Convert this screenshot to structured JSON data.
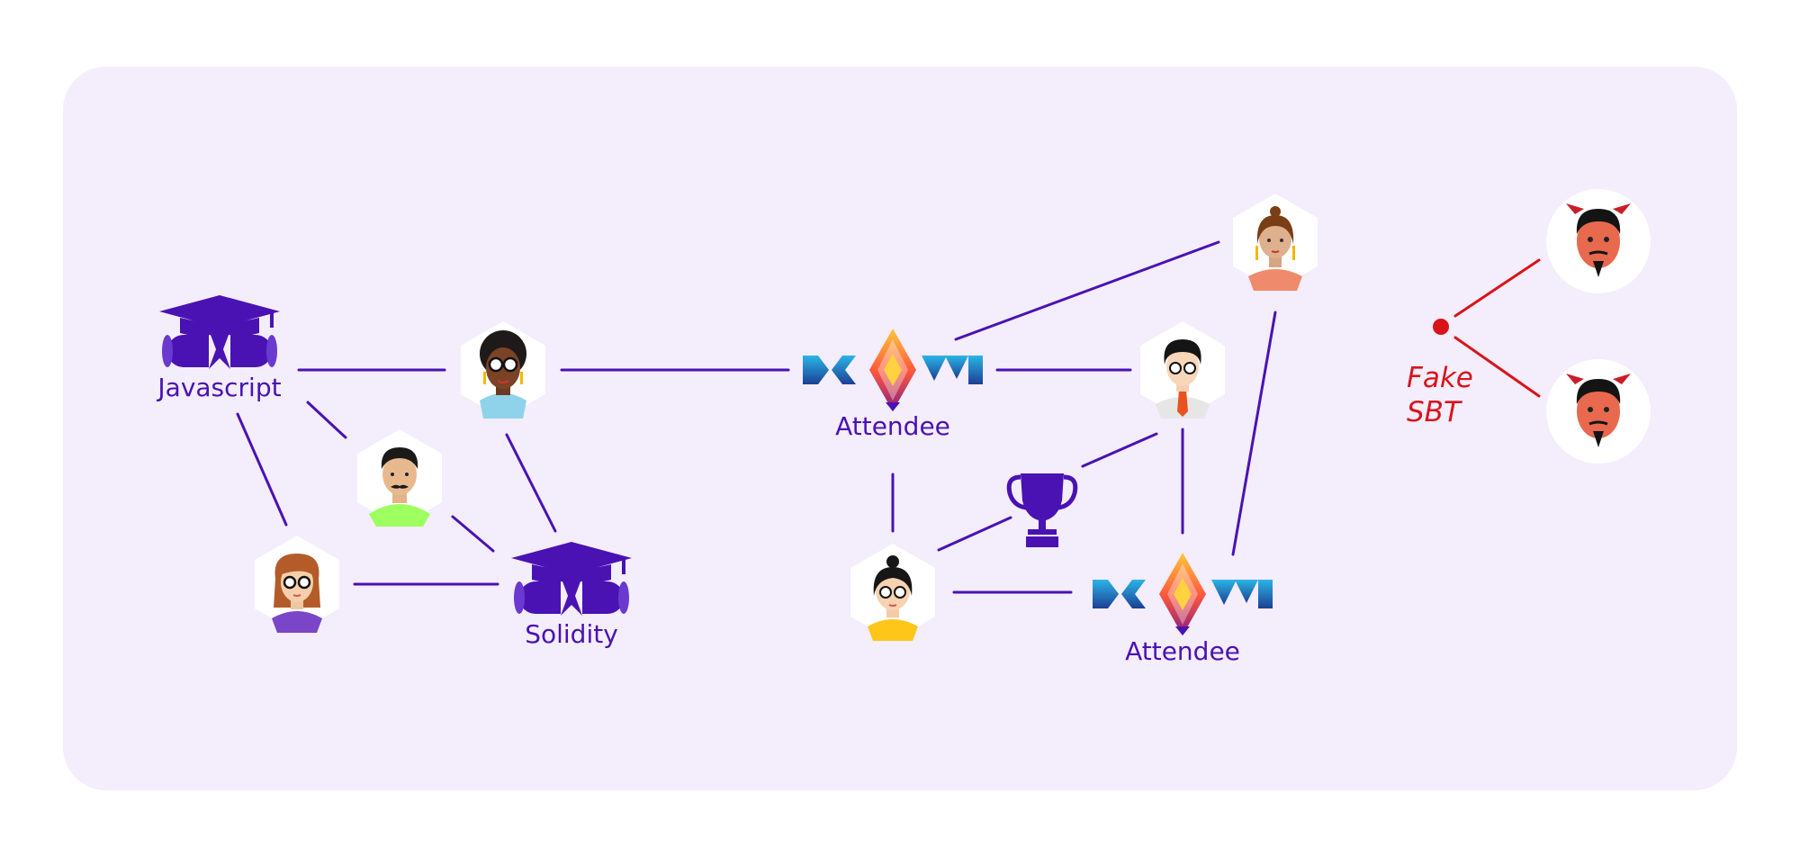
{
  "labels": {
    "javascript": "Javascript",
    "solidity": "Solidity",
    "attendee_1": "Attendee",
    "attendee_2": "Attendee",
    "fake_line1": "Fake",
    "fake_line2": "SBT"
  },
  "colors": {
    "background": "#f3edfc",
    "edge": "#4a12b3",
    "label": "#4a12b3",
    "fake": "#d8141b"
  },
  "icons": {
    "skill_badge": "graduation-cap-icon",
    "event_badge": "devcon-logo-icon",
    "award": "trophy-icon",
    "person": "avatar-icon",
    "sybil": "devil-avatar-icon"
  }
}
